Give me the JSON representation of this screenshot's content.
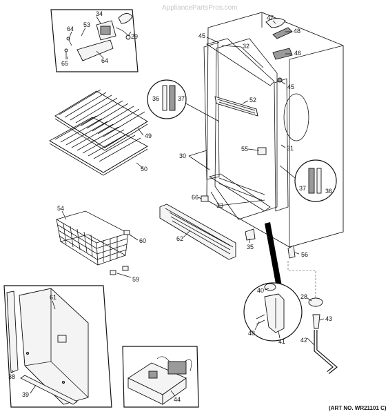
{
  "watermark": "AppliancePartsPros.com",
  "art_number": "(ART NO. WR21101 C)",
  "callouts": [
    "34",
    "53",
    "64",
    "29",
    "65",
    "64",
    "47",
    "48",
    "45",
    "32",
    "46",
    "45",
    "36",
    "37",
    "52",
    "49",
    "55",
    "31",
    "30",
    "50",
    "37",
    "36",
    "66",
    "33",
    "54",
    "60",
    "62",
    "35",
    "56",
    "59",
    "61",
    "40",
    "28",
    "43",
    "38",
    "48",
    "41",
    "42",
    "39",
    "44"
  ]
}
